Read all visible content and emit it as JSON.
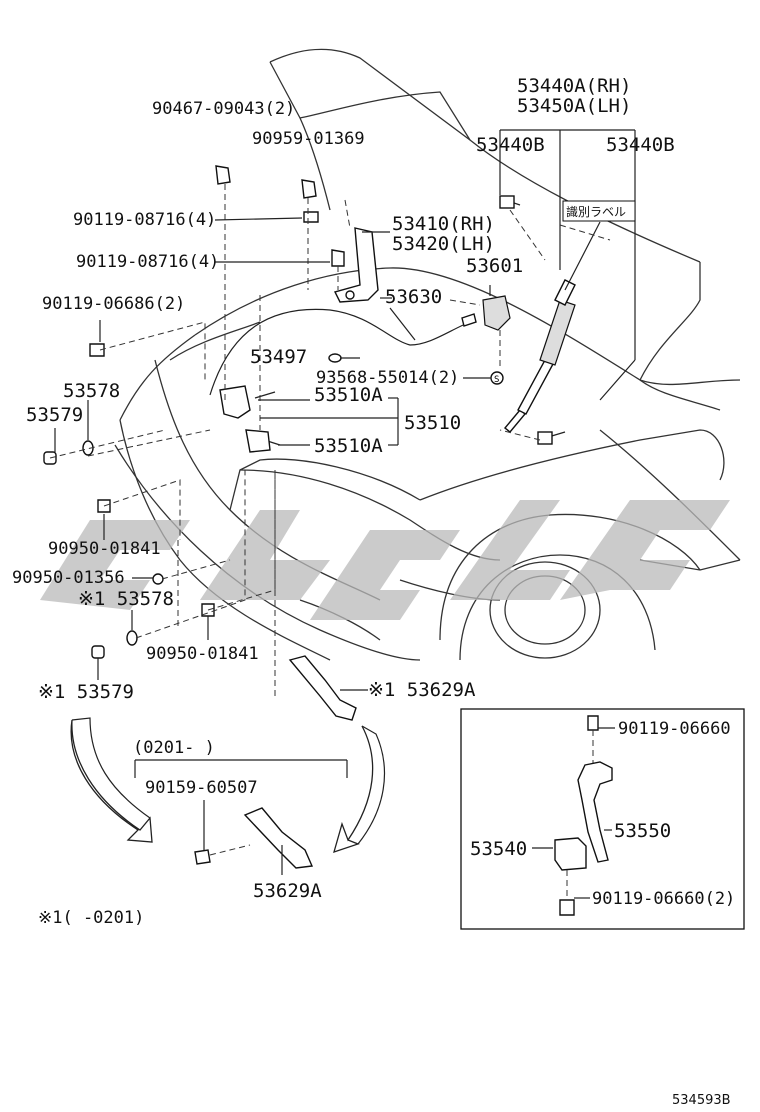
{
  "labels": {
    "p90467": "90467-09043(2)",
    "p90959": "90959-01369",
    "p90119_a": "90119-08716(4)",
    "p90119_b": "90119-08716(4)",
    "p90119_06686": "90119-06686(2)",
    "p53578": "53578",
    "p53579": "53579",
    "p53440a": "53440A(RH)",
    "p53450a": "53450A(LH)",
    "p53440b_l": "53440B",
    "p53440b_r": "53440B",
    "p_label_jp": "識別ラベル",
    "p53410": "53410(RH)",
    "p53420": "53420(LH)",
    "p53601": "53601",
    "p53630": "53630",
    "p53497": "53497",
    "p93568": "93568-55014(2)",
    "p93568_marker": "S",
    "p53510a_1": "53510A",
    "p53510": "53510",
    "p53510a_2": "53510A",
    "p90950_01841_a": "90950-01841",
    "p90950_01356": "90950-01356",
    "p53578_x": "※1 53578",
    "p90950_01841_b": "90950-01841",
    "p53579_x": "※1 53579",
    "p53629a_x": "※1 53629A",
    "range_0201": "(0201-       )",
    "p90159": "90159-60507",
    "p53629a": "53629A",
    "footnote": "※1(     -0201)",
    "inset_90119_top": "90119-06660",
    "inset_53550": "53550",
    "inset_53540": "53540",
    "inset_90119_bot": "90119-06660(2)",
    "ref_code": "534593B"
  },
  "colors": {
    "line": "#222222",
    "watermark": "#b9b9b9"
  }
}
